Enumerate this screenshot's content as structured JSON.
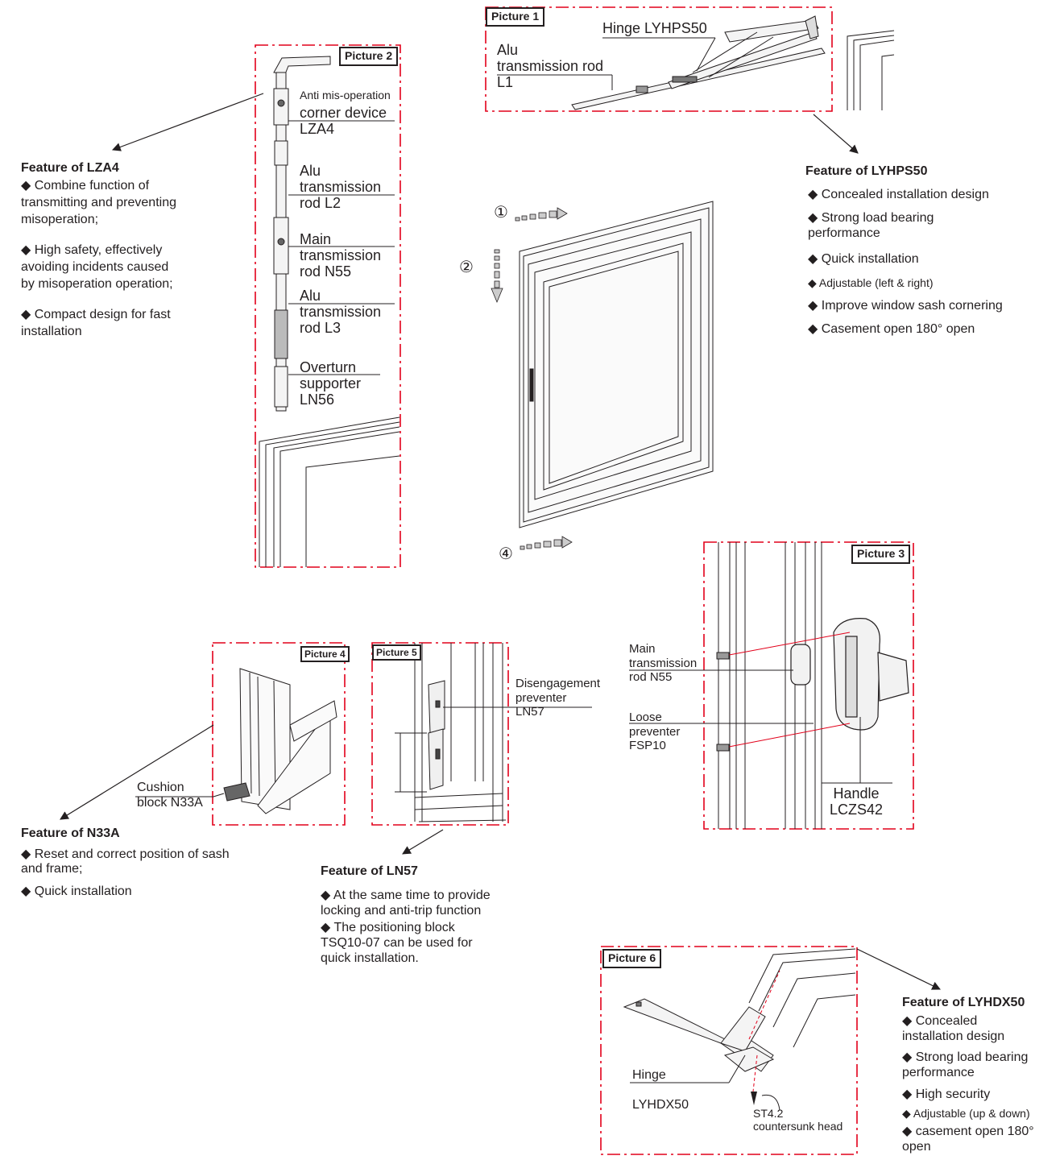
{
  "pictures": {
    "p1": "Picture 1",
    "p2": "Picture 2",
    "p3": "Picture 3",
    "p4": "Picture 4",
    "p5": "Picture 5",
    "p6": "Picture 6"
  },
  "steps": {
    "s1": "①",
    "s2": "②",
    "s4": "④"
  },
  "labels": {
    "hinge_lyhps50": "Hinge LYHPS50",
    "alu_rod_l1": "Alu\ntransmission rod\nL1",
    "anti_misoperation_line1": "Anti mis-operation",
    "anti_misoperation_rest": "corner device\nLZA4",
    "alu_rod_l2": "Alu\ntransmission\nrod L2",
    "main_rod_n55": "Main\ntransmission\nrod N55",
    "alu_rod_l3": "Alu\ntransmission\nrod L3",
    "overturn_ln56": "Overturn\nsupporter\nLN56",
    "main_rod_n55_p3": "Main\ntransmission\nrod N55",
    "loose_preventer": "Loose\npreventer\nFSP10",
    "handle_lczs42": "Handle\nLCZS42",
    "cushion_block": "Cushion\nblock N33A",
    "disengagement_preventer": "Disengagement\npreventer\nLN57",
    "hinge_lyhdx50": "Hinge\n\nLYHDX50",
    "st42_screw": "ST4.2\ncountersunk head"
  },
  "features": {
    "lza4": {
      "title": "Feature of LZA4",
      "items": [
        "◆ Combine function of\n   transmitting and preventing\n   misoperation;",
        "◆ High safety, effectively\n   avoiding incidents caused\n   by misoperation operation;",
        "◆ Compact design for fast\n   installation"
      ]
    },
    "lyhps50": {
      "title": "Feature of LYHPS50",
      "items": [
        "◆ Concealed installation design",
        "◆ Strong load bearing\n   performance",
        "◆ Quick installation",
        "◆ Adjustable (left & right)",
        "◆ Improve window sash cornering",
        "◆ Casement open 180° open"
      ]
    },
    "n33a": {
      "title": "Feature of N33A",
      "items": [
        "◆ Reset and correct position of sash\n   and frame;",
        "◆ Quick installation"
      ]
    },
    "ln57": {
      "title": "Feature of LN57",
      "items": [
        "◆ At the same time to provide\n   locking and anti-trip function",
        "◆ The positioning block\n   TSQ10-07 can be used for\n   quick installation."
      ]
    },
    "lyhdx50": {
      "title": "Feature of LYHDX50",
      "items": [
        "◆ Concealed\n   installation design",
        "◆ Strong load bearing\n   performance",
        "◆ High security",
        "◆ Adjustable (up & down)",
        "◆ casement open 180°\n   open"
      ]
    }
  }
}
